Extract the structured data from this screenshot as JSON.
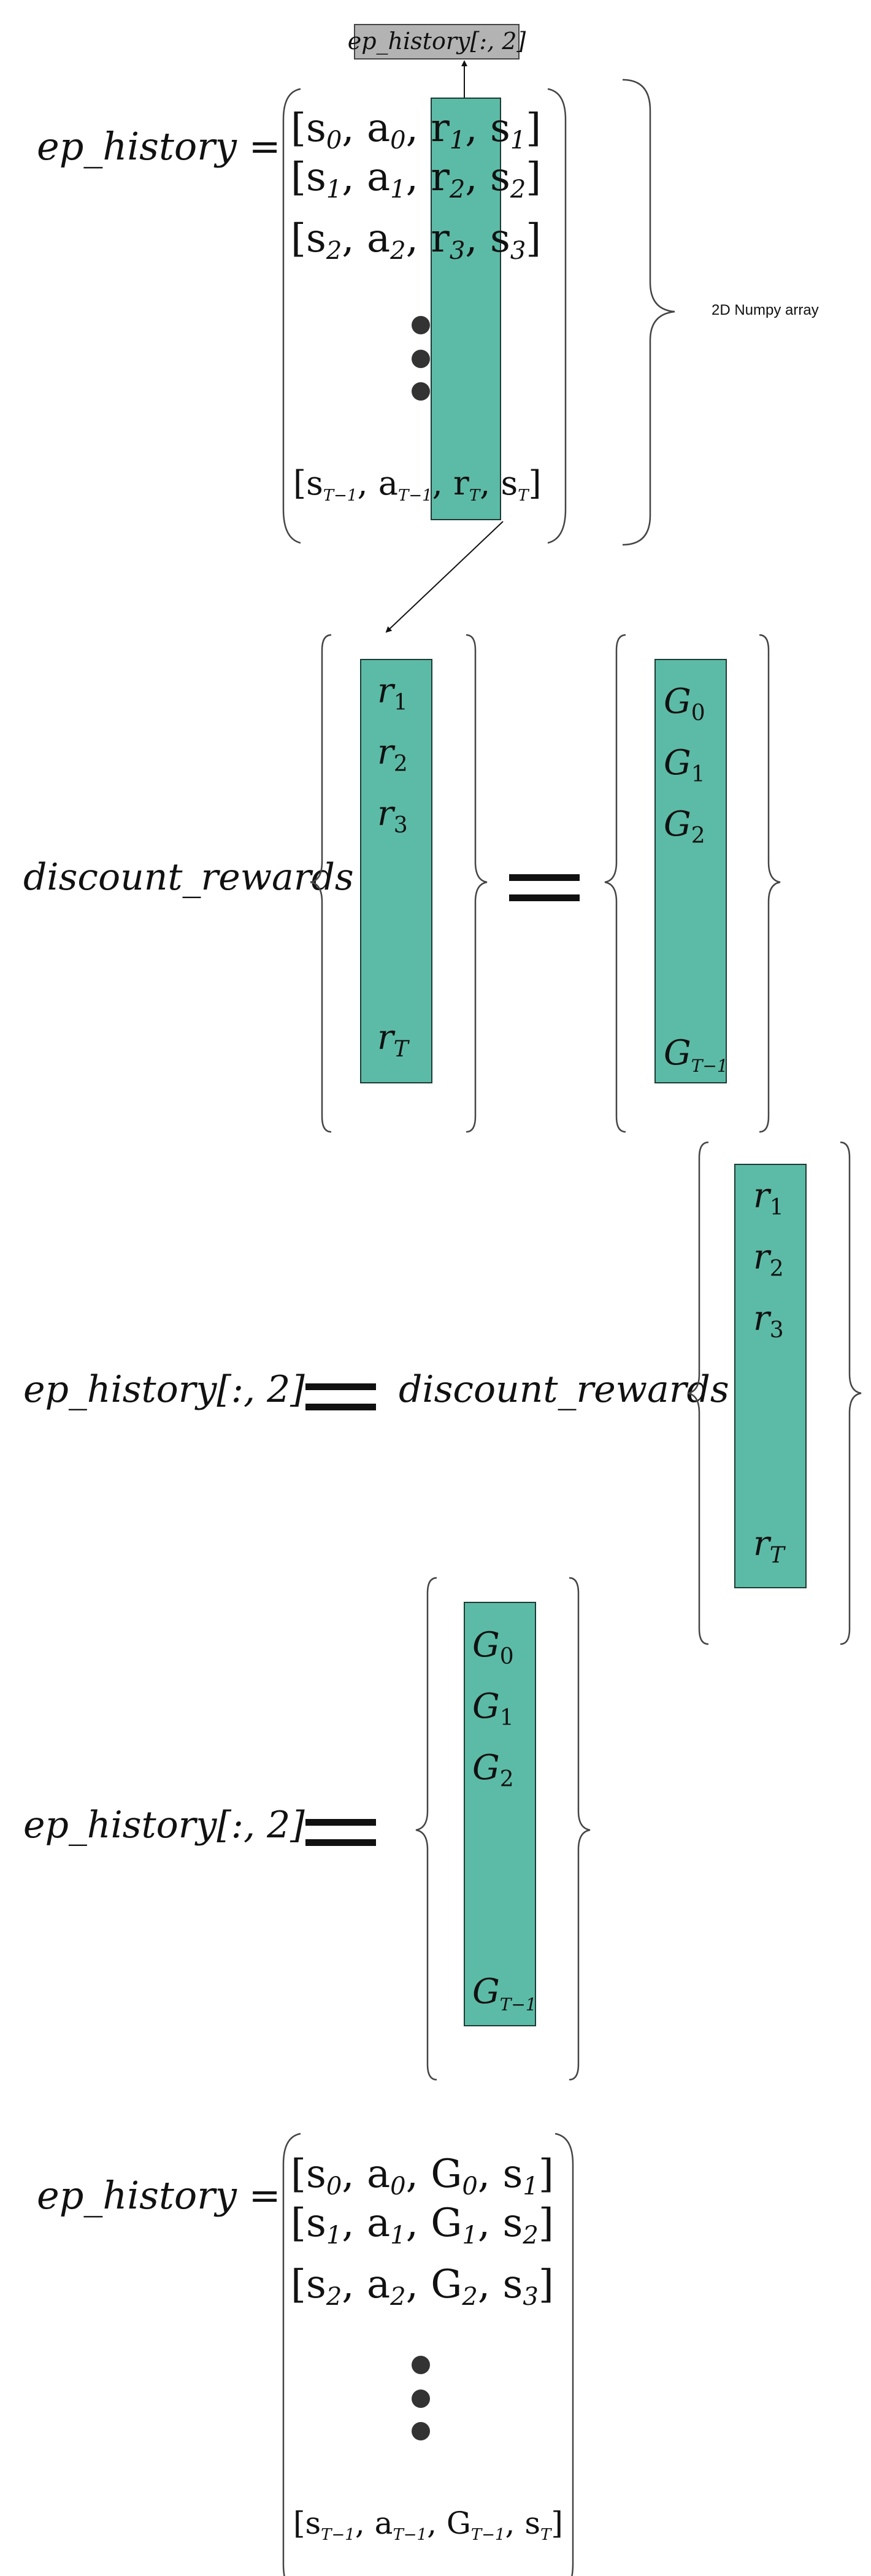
{
  "colors": {
    "highlight_fill": "#5cbba6",
    "highlight_stroke": "#1c3b34",
    "label_box_fill": "#b3b3b3",
    "ink": "#111111"
  },
  "top": {
    "label_box": "ep_history[:, 2]",
    "lhs": "ep_history =",
    "rows": [
      {
        "pre": "[s",
        "s1": "0",
        "a": ", a",
        "s2": "0",
        "mid": ", r",
        "s3": "1",
        "post": ", s",
        "s4": "1",
        "end": "]"
      },
      {
        "pre": "[s",
        "s1": "1",
        "a": ", a",
        "s2": "1",
        "mid": ", r",
        "s3": "2",
        "post": ", s",
        "s4": "2",
        "end": "]"
      },
      {
        "pre": "[s",
        "s1": "2",
        "a": ", a",
        "s2": "2",
        "mid": ", r",
        "s3": "3",
        "post": ", s",
        "s4": "3",
        "end": "]"
      }
    ],
    "last_row": {
      "pre": "[s",
      "s1": "T−1",
      "a": ", a",
      "s2": "T−1",
      "mid": ", r",
      "s3": "T",
      "post": ", s",
      "s4": "T",
      "end": "]"
    },
    "brace_note": "2D Numpy array"
  },
  "section2": {
    "lhs": "discount_rewards",
    "rewards": [
      {
        "base": "r",
        "sub": "1"
      },
      {
        "base": "r",
        "sub": "2"
      },
      {
        "base": "r",
        "sub": "3"
      },
      {
        "base": "r",
        "sub": "T"
      }
    ],
    "returns": [
      {
        "base": "G",
        "sub": "0"
      },
      {
        "base": "G",
        "sub": "1"
      },
      {
        "base": "G",
        "sub": "2"
      },
      {
        "base": "G",
        "sub": "T−1"
      }
    ]
  },
  "section3": {
    "lhs": "ep_history[:, 2]",
    "rhs": "discount_rewards",
    "rewards": [
      {
        "base": "r",
        "sub": "1"
      },
      {
        "base": "r",
        "sub": "2"
      },
      {
        "base": "r",
        "sub": "3"
      },
      {
        "base": "r",
        "sub": "T"
      }
    ]
  },
  "section4": {
    "lhs": "ep_history[:, 2]",
    "returns": [
      {
        "base": "G",
        "sub": "0"
      },
      {
        "base": "G",
        "sub": "1"
      },
      {
        "base": "G",
        "sub": "2"
      },
      {
        "base": "G",
        "sub": "T−1"
      }
    ]
  },
  "bottom": {
    "lhs": "ep_history =",
    "rows": [
      {
        "pre": "[s",
        "s1": "0",
        "a": ", a",
        "s2": "0",
        "mid": ", G",
        "s3": "0",
        "post": ", s",
        "s4": "1",
        "end": "]"
      },
      {
        "pre": "[s",
        "s1": "1",
        "a": ", a",
        "s2": "1",
        "mid": ", G",
        "s3": "1",
        "post": ", s",
        "s4": "2",
        "end": "]"
      },
      {
        "pre": "[s",
        "s1": "2",
        "a": ", a",
        "s2": "2",
        "mid": ", G",
        "s3": "2",
        "post": ", s",
        "s4": "3",
        "end": "]"
      }
    ],
    "last_row": {
      "pre": "[s",
      "s1": "T−1",
      "a": ", a",
      "s2": "T−1",
      "mid": ", G",
      "s3": "T−1",
      "post": ", s",
      "s4": "T",
      "end": "]"
    }
  }
}
